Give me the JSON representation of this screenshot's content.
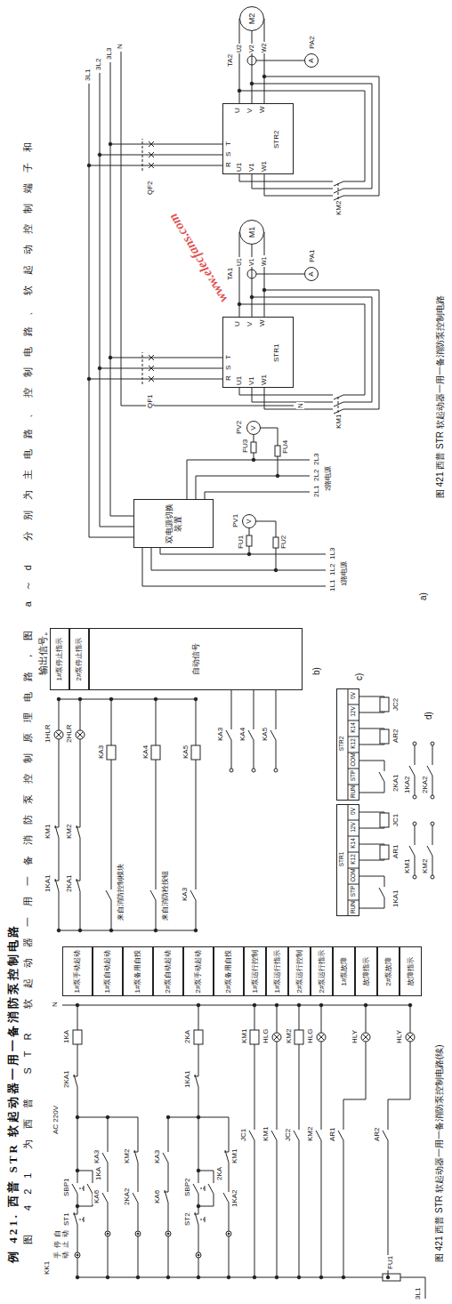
{
  "diagram": {
    "title": "例 421. 西普 STR 软起动器一用一备消防泵控制电路",
    "caption": "图 421 西普 STR 软起动器一用一备消防泵控制电路",
    "nodes": [
      {
        "text": [
          "双电源切换装置"
        ]
      },
      {
        "text": [
          "R",
          "S",
          "T",
          "U1",
          "V1",
          "W1",
          "STR1",
          "U",
          "V",
          "W"
        ]
      },
      {
        "text": [
          "M1"
        ]
      },
      {
        "text": [
          "A"
        ]
      },
      {
        "text": [
          "R",
          "S",
          "T",
          "U1",
          "V1",
          "W1",
          "STR2",
          "U",
          "V",
          "W"
        ]
      },
      {
        "text": [
          "M2"
        ]
      },
      {
        "text": [
          "A"
        ]
      },
      {
        "text": [
          "V"
        ]
      },
      {
        "text": [
          "V"
        ]
      },
      {
        "text": [
          "1#泵手动起动"
        ]
      },
      {
        "text": [
          "1#泵自动起动"
        ]
      },
      {
        "text": [
          "1#泵备用自投"
        ]
      },
      {
        "text": [
          "2#泵自动起动"
        ]
      },
      {
        "text": [
          "2#泵手动起动"
        ]
      },
      {
        "text": [
          "2#泵备用自投"
        ]
      },
      {
        "text": [
          "1#泵运行控制"
        ]
      },
      {
        "text": [
          "1#泵运行指示"
        ]
      },
      {
        "text": [
          "2#泵运行控制"
        ]
      },
      {
        "text": [
          "2#泵运行指示"
        ]
      },
      {
        "text": [
          "1#泵故障"
        ]
      },
      {
        "text": [
          "故障指示"
        ]
      },
      {
        "text": [
          "2#泵故障"
        ]
      },
      {
        "text": [
          "故障指示"
        ]
      },
      {
        "text": [
          "1#泵停止指示"
        ]
      },
      {
        "text": [
          "2#泵停止指示"
        ]
      },
      {
        "text": [
          "自动信号"
        ]
      },
      {
        "text": [
          "STR1",
          "RUN",
          "STP",
          "COM",
          "K12",
          "K14",
          "12V",
          "0V"
        ]
      },
      {
        "text": [
          "STR2",
          "RUN",
          "STP",
          "COM",
          "K12",
          "K14",
          "12V",
          "0V"
        ]
      }
    ],
    "edges": [
      {
        "from": 1,
        "to": 2,
        "arrow": "none"
      },
      {
        "from": 4,
        "to": 5,
        "arrow": "none"
      }
    ],
    "labels": [
      "图 421 为西普 STR 软起动器一用一备消防泵控制原理电路，图 a～d 分别为主电路、控制电路、软起动控制端子和",
      "输出信号。",
      "www.elecfans.com",
      "图 421 西普 STR 软起动器一用一备消防泵控制电路(续)",
      "a)",
      "b)",
      "c)",
      "d)",
      "AC 220V",
      "N",
      "3L1",
      "FU1",
      "KK1",
      "手动",
      "停止",
      "自动",
      "ST1",
      "SBP1",
      "2KA1",
      "1KA",
      "1KA",
      "KA6",
      "KA3",
      "2KA2",
      "KM2",
      "KA6",
      "KA3",
      "ST2",
      "SBP2",
      "1KA1",
      "2KA",
      "2KA",
      "1KA2",
      "KM1",
      "JC1",
      "KM1",
      "KM1",
      "HLG",
      "JC2",
      "KM2",
      "KM2",
      "HLG",
      "AR1",
      "HLY",
      "AR2",
      "HLY",
      "1KA1",
      "KM1",
      "1HLR",
      "2KA1",
      "KM2",
      "2HLR",
      "来自消防控制模块",
      "KA3",
      "来自消防栓按钮",
      "KA4",
      "KA3",
      "KA5",
      "KA3",
      "KA4",
      "KA5",
      "1KA1",
      "AR1",
      "JC1",
      "2KA1",
      "AR2",
      "JC2",
      "KM1",
      "KM2",
      "1KA2",
      "2KA2",
      "3L1",
      "3L2",
      "3L3",
      "N",
      "N",
      "1L1",
      "1L2",
      "1L3",
      "1路电源",
      "2L1",
      "2L2",
      "2L3",
      "2路电源",
      "PV1",
      "FU1",
      "FU2",
      "FU3",
      "FU4",
      "PV2",
      "QF1",
      "KM1",
      "TA1",
      "PA1",
      "U1",
      "V1",
      "W1",
      "QF2",
      "KM2",
      "TA2",
      "PA2",
      "U2",
      "V2",
      "W2"
    ]
  }
}
